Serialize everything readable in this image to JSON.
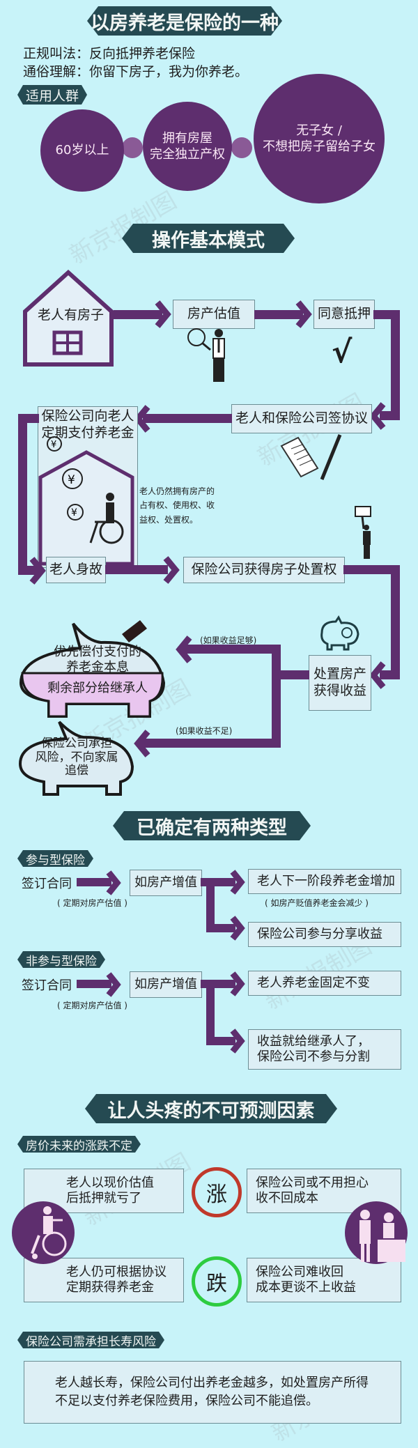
{
  "header": {
    "title": "以房养老是保险的一种",
    "formal_name_label": "正规叫法：",
    "formal_name_value": "反向抵押养老保险",
    "plain_label": "通俗理解：",
    "plain_value": "你留下房子，我为你养老。"
  },
  "eligibility": {
    "tag": "适用人群",
    "circles": [
      {
        "text": "60岁以上"
      },
      {
        "text": "拥有房屋\n完全独立产权"
      },
      {
        "text": "无子女 /\n不想把房子留给子女"
      }
    ]
  },
  "operation": {
    "title": "操作基本模式",
    "steps": {
      "own_house": "老人有房子",
      "appraisal": "房产估值",
      "agree_mortgage": "同意抵押",
      "check_mark": "√",
      "sign_agreement": "老人和保险公司签协议",
      "pay_pension": "保险公司向老人\n定期支付养老金",
      "rights_note": "老人仍然拥有房产的\n占有权、使用权、收\n益权、处置权。",
      "death": "老人身故",
      "company_gets_right": "保险公司获得房子处置权",
      "dispose": "处置房产\n获得收益",
      "if_enough": "(如果收益足够)",
      "if_not_enough": "(如果收益不足)",
      "priority_repay": "优先偿付支付的\n养老金本息",
      "remainder": "剩余部分给继承人",
      "company_bears_risk": "保险公司承担\n风险，不向家属\n追偿"
    }
  },
  "types": {
    "title": "已确定有两种类型",
    "participating": {
      "tag": "参与型保险",
      "sign": "签订合同",
      "sign_note": "( 定期对房产估值 )",
      "if_appreciate": "如房产增值",
      "result_1": "老人下一阶段养老金增加",
      "result_1_note": "( 如房产贬值养老金会减少 )",
      "result_2": "保险公司参与分享收益"
    },
    "non_participating": {
      "tag": "非参与型保险",
      "sign": "签订合同",
      "sign_note": "( 定期对房产估值 )",
      "if_appreciate": "如房产增值",
      "result_1": "老人养老金固定不变",
      "result_2": "收益就给继承人了，\n保险公司不参与分割"
    }
  },
  "risks": {
    "title": "让人头疼的不可预测因素",
    "price_tag": "房价未来的涨跌不定",
    "rise_label": "涨",
    "fall_label": "跌",
    "rise_left": "老人以现价估值\n后抵押就亏了",
    "rise_right": "保险公司或不用担心\n收不回成本",
    "fall_left": "老人仍可根据协议\n定期获得养老金",
    "fall_right": "保险公司难收回\n成本更谈不上收益",
    "longevity_tag": "保险公司需承担长寿风险",
    "longevity_text": "老人越长寿，保险公司付出养老金越多，如处置房产所得\n不足以支付养老保险费用，保险公司不能追偿。"
  },
  "colors": {
    "background": "#c8f3f9",
    "banner": "#254a52",
    "purple": "#5e2e6e",
    "box_fill": "#ddeff5",
    "rise_red": "#c0392b",
    "fall_green": "#2ecc40",
    "remainder_pink": "#e9c6ef"
  },
  "watermark": "新京报制图"
}
